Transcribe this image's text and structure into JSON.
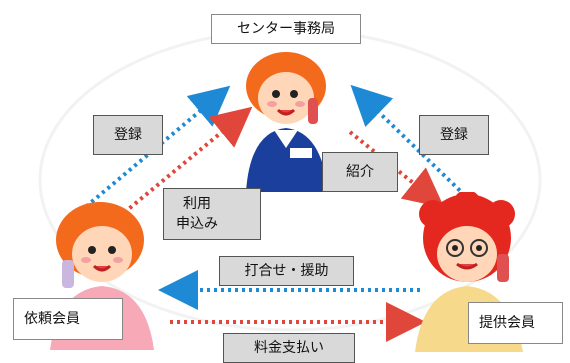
{
  "diagram": {
    "title_fragment": "",
    "nodes": {
      "center_office": "センター事務局",
      "requester": "依頼会員",
      "provider": "提供会員"
    },
    "flows": {
      "register_left": "登録",
      "register_right": "登録",
      "use_request": "利用\n申込み",
      "introduce": "紹介",
      "coordinate_help": "打合せ・援助",
      "fee_payment": "料金支払い"
    },
    "colors": {
      "blue_arrow": "#1e8ad6",
      "red_arrow": "#e0463a",
      "box_fill": "#d9d9d9"
    }
  }
}
